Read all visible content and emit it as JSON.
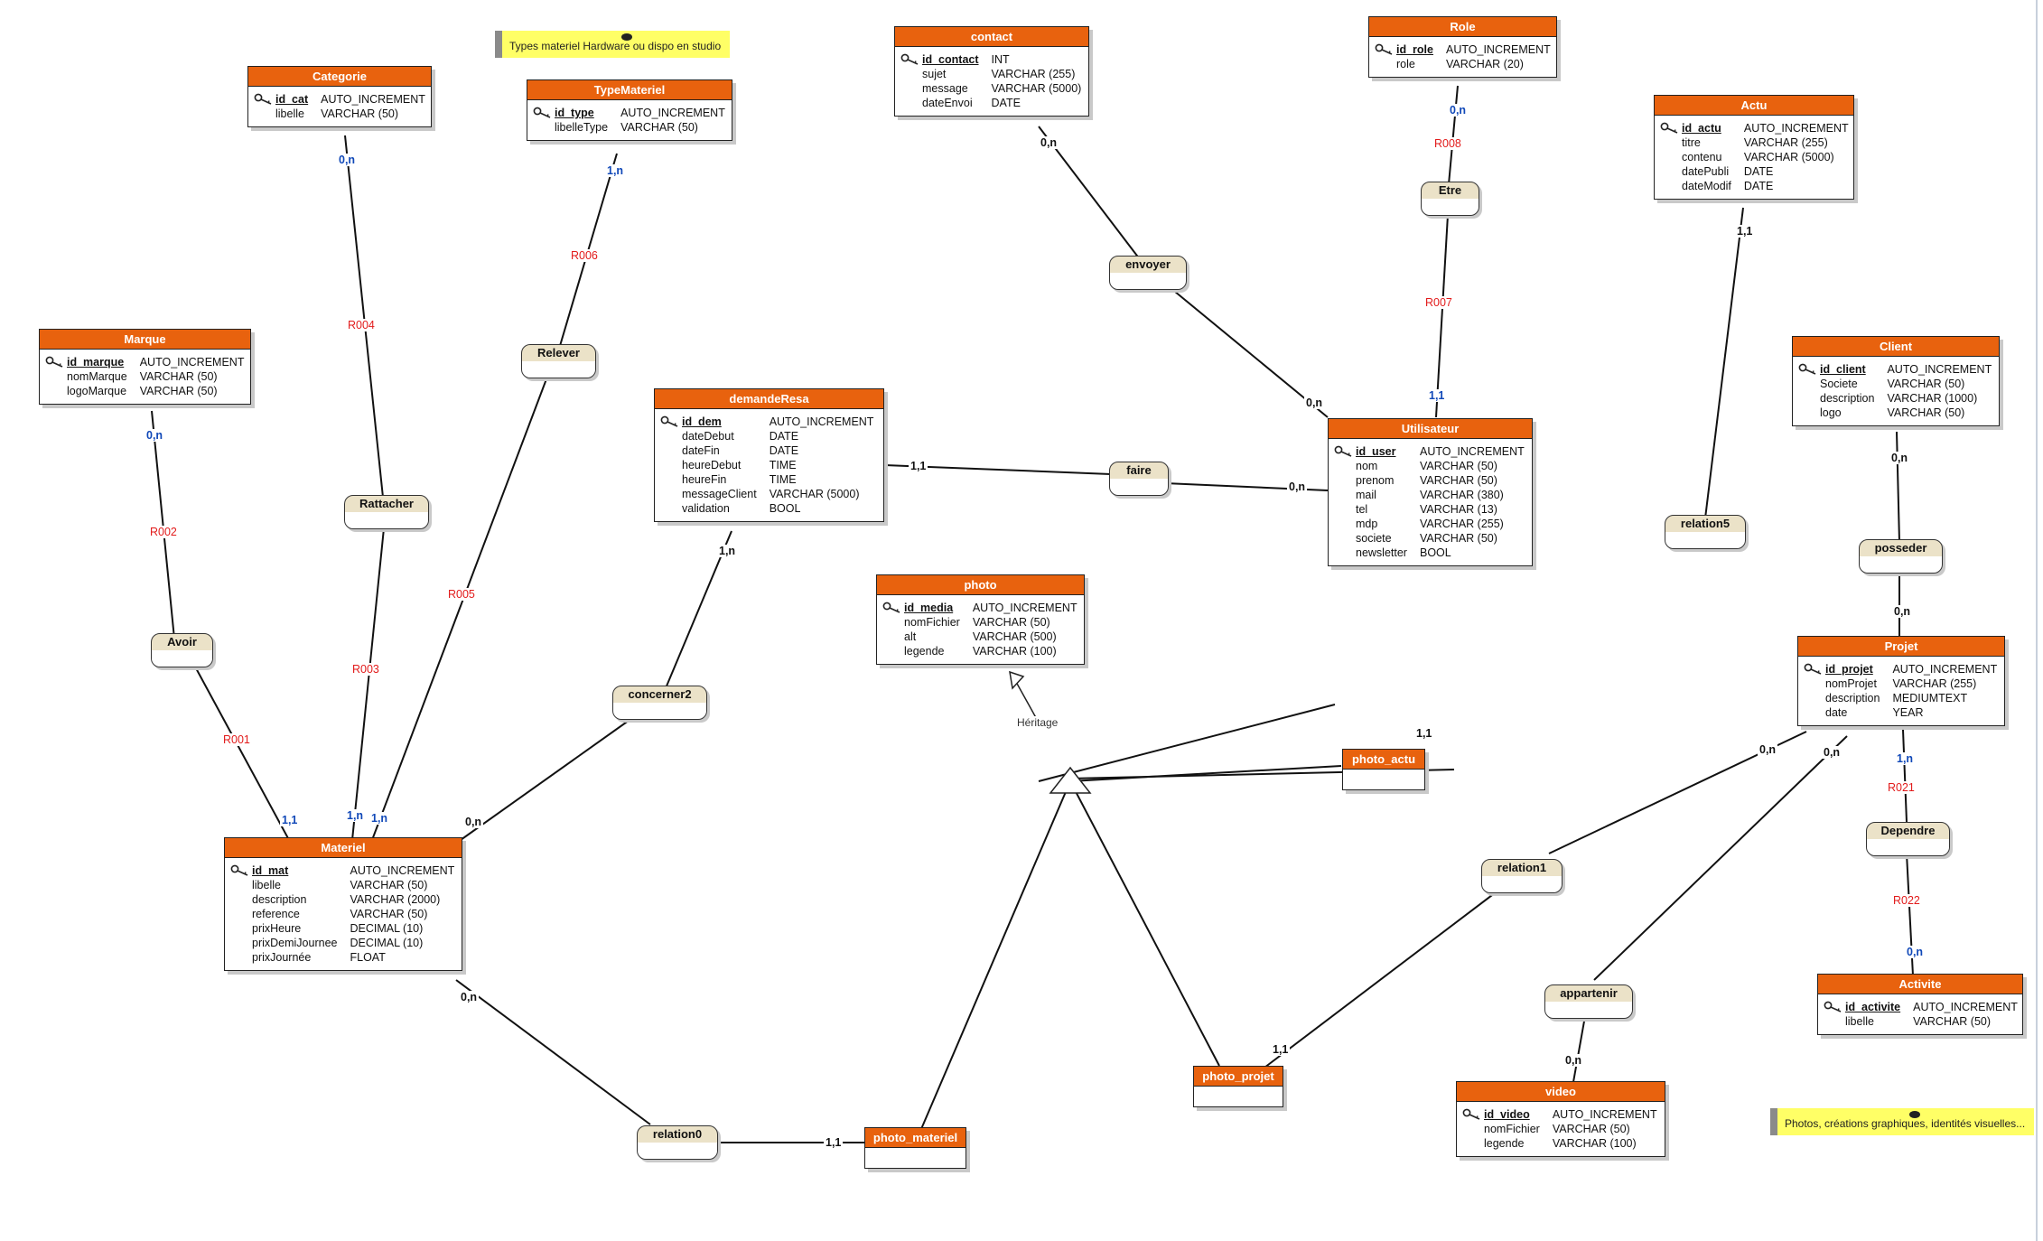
{
  "notes": [
    {
      "id": "note-types",
      "text": "Types materiel Hardware ou dispo en studio"
    },
    {
      "id": "note-photos",
      "text": "Photos, créations graphiques, identités visuelles..."
    }
  ],
  "entities": [
    {
      "id": "categorie",
      "name": "Categorie",
      "attributes": [
        [
          "id_cat",
          "AUTO_INCREMENT"
        ],
        [
          "libelle",
          "VARCHAR (50)"
        ]
      ]
    },
    {
      "id": "typemateriel",
      "name": "TypeMateriel",
      "attributes": [
        [
          "id_type",
          "AUTO_INCREMENT"
        ],
        [
          "libelleType",
          "VARCHAR (50)"
        ]
      ]
    },
    {
      "id": "contact",
      "name": "contact",
      "attributes": [
        [
          "id_contact",
          "INT"
        ],
        [
          "sujet",
          "VARCHAR (255)"
        ],
        [
          "message",
          "VARCHAR (5000)"
        ],
        [
          "dateEnvoi",
          "DATE"
        ]
      ]
    },
    {
      "id": "role",
      "name": "Role",
      "attributes": [
        [
          "id_role",
          "AUTO_INCREMENT"
        ],
        [
          "role",
          "VARCHAR (20)"
        ]
      ]
    },
    {
      "id": "actu",
      "name": "Actu",
      "attributes": [
        [
          "id_actu",
          "AUTO_INCREMENT"
        ],
        [
          "titre",
          "VARCHAR (255)"
        ],
        [
          "contenu",
          "VARCHAR (5000)"
        ],
        [
          "datePubli",
          "DATE"
        ],
        [
          "dateModif",
          "DATE"
        ]
      ]
    },
    {
      "id": "marque",
      "name": "Marque",
      "attributes": [
        [
          "id_marque",
          "AUTO_INCREMENT"
        ],
        [
          "nomMarque",
          "VARCHAR (50)"
        ],
        [
          "logoMarque",
          "VARCHAR (50)"
        ]
      ]
    },
    {
      "id": "demanderesa",
      "name": "demandeResa",
      "attributes": [
        [
          "id_dem",
          "AUTO_INCREMENT"
        ],
        [
          "dateDebut",
          "DATE"
        ],
        [
          "dateFin",
          "DATE"
        ],
        [
          "heureDebut",
          "TIME"
        ],
        [
          "heureFin",
          "TIME"
        ],
        [
          "messageClient",
          "VARCHAR (5000)"
        ],
        [
          "validation",
          "BOOL"
        ]
      ]
    },
    {
      "id": "utilisateur",
      "name": "Utilisateur",
      "attributes": [
        [
          "id_user",
          "AUTO_INCREMENT"
        ],
        [
          "nom",
          "VARCHAR (50)"
        ],
        [
          "prenom",
          "VARCHAR (50)"
        ],
        [
          "mail",
          "VARCHAR (380)"
        ],
        [
          "tel",
          "VARCHAR (13)"
        ],
        [
          "mdp",
          "VARCHAR (255)"
        ],
        [
          "societe",
          "VARCHAR (50)"
        ],
        [
          "newsletter",
          "BOOL"
        ]
      ]
    },
    {
      "id": "client",
      "name": "Client",
      "attributes": [
        [
          "id_client",
          "AUTO_INCREMENT"
        ],
        [
          "Societe",
          "VARCHAR (50)"
        ],
        [
          "description",
          "VARCHAR (1000)"
        ],
        [
          "logo",
          "VARCHAR (50)"
        ]
      ]
    },
    {
      "id": "photo",
      "name": "photo",
      "attributes": [
        [
          "id_media",
          "AUTO_INCREMENT"
        ],
        [
          "nomFichier",
          "VARCHAR (50)"
        ],
        [
          "alt",
          "VARCHAR (500)"
        ],
        [
          "legende",
          "VARCHAR (100)"
        ]
      ]
    },
    {
      "id": "projet",
      "name": "Projet",
      "attributes": [
        [
          "id_projet",
          "AUTO_INCREMENT"
        ],
        [
          "nomProjet",
          "VARCHAR (255)"
        ],
        [
          "description",
          "MEDIUMTEXT"
        ],
        [
          "date",
          "YEAR"
        ]
      ]
    },
    {
      "id": "materiel",
      "name": "Materiel",
      "attributes": [
        [
          "id_mat",
          "AUTO_INCREMENT"
        ],
        [
          "libelle",
          "VARCHAR (50)"
        ],
        [
          "description",
          "VARCHAR (2000)"
        ],
        [
          "reference",
          "VARCHAR (50)"
        ],
        [
          "prixHeure",
          "DECIMAL (10)"
        ],
        [
          "prixDemiJournee",
          "DECIMAL (10)"
        ],
        [
          "prixJournée",
          "FLOAT"
        ]
      ]
    },
    {
      "id": "activite",
      "name": "Activite",
      "attributes": [
        [
          "id_activite",
          "AUTO_INCREMENT"
        ],
        [
          "libelle",
          "VARCHAR (50)"
        ]
      ]
    },
    {
      "id": "video",
      "name": "video",
      "attributes": [
        [
          "id_video",
          "AUTO_INCREMENT"
        ],
        [
          "nomFichier",
          "VARCHAR (50)"
        ],
        [
          "legende",
          "VARCHAR (100)"
        ]
      ]
    },
    {
      "id": "photo_actu",
      "name": "photo_actu",
      "attributes": []
    },
    {
      "id": "photo_projet",
      "name": "photo_projet",
      "attributes": []
    },
    {
      "id": "photo_materiel",
      "name": "photo_materiel",
      "attributes": []
    }
  ],
  "relations": [
    {
      "id": "envoyer",
      "name": "envoyer"
    },
    {
      "id": "etre",
      "name": "Etre"
    },
    {
      "id": "relever",
      "name": "Relever"
    },
    {
      "id": "rattacher",
      "name": "Rattacher"
    },
    {
      "id": "avoir",
      "name": "Avoir"
    },
    {
      "id": "faire",
      "name": "faire"
    },
    {
      "id": "relation5",
      "name": "relation5"
    },
    {
      "id": "posseder",
      "name": "posseder"
    },
    {
      "id": "concerner2",
      "name": "concerner2"
    },
    {
      "id": "dependre",
      "name": "Dependre"
    },
    {
      "id": "relation1",
      "name": "relation1"
    },
    {
      "id": "appartenir",
      "name": "appartenir"
    },
    {
      "id": "relation0",
      "name": "relation0"
    }
  ],
  "labels": [
    {
      "id": "c-cat-rattacher",
      "text": "0,n",
      "kind": "blue"
    },
    {
      "id": "c-type-relever",
      "text": "1,n",
      "kind": "blue"
    },
    {
      "id": "c-contact-envoyer",
      "text": "0,n",
      "kind": "black"
    },
    {
      "id": "c-role-etre",
      "text": "0,n",
      "kind": "blue"
    },
    {
      "id": "c-actu-relation5",
      "text": "1,1",
      "kind": "black"
    },
    {
      "id": "c-marque-avoir",
      "text": "0,n",
      "kind": "blue"
    },
    {
      "id": "c-dem-faire",
      "text": "1,1",
      "kind": "black"
    },
    {
      "id": "c-user-envoyer",
      "text": "0,n",
      "kind": "black"
    },
    {
      "id": "c-user-etre",
      "text": "1,1",
      "kind": "blue"
    },
    {
      "id": "c-user-faire",
      "text": "0,n",
      "kind": "black"
    },
    {
      "id": "c-client-posseder",
      "text": "0,n",
      "kind": "black"
    },
    {
      "id": "c-projet-posseder",
      "text": "0,n",
      "kind": "black"
    },
    {
      "id": "c-dem-concerner2",
      "text": "1,n",
      "kind": "black"
    },
    {
      "id": "c-mat-concerner2",
      "text": "0,n",
      "kind": "black"
    },
    {
      "id": "c-mat-avoir",
      "text": "1,1",
      "kind": "blue"
    },
    {
      "id": "c-mat-rattacher",
      "text": "1,n",
      "kind": "blue"
    },
    {
      "id": "c-mat-relever",
      "text": "1,n",
      "kind": "blue"
    },
    {
      "id": "c-mat-relation0",
      "text": "0,n",
      "kind": "black"
    },
    {
      "id": "c-pm-relation0",
      "text": "1,1",
      "kind": "black"
    },
    {
      "id": "c-pa-relation5",
      "text": "1,1",
      "kind": "black"
    },
    {
      "id": "c-projet-relation1",
      "text": "0,n",
      "kind": "black"
    },
    {
      "id": "c-projet-appartenir",
      "text": "0,n",
      "kind": "black"
    },
    {
      "id": "c-projet-dependre",
      "text": "1,n",
      "kind": "blue"
    },
    {
      "id": "c-activite-dependre",
      "text": "0,n",
      "kind": "blue"
    },
    {
      "id": "c-pp-relation1",
      "text": "1,1",
      "kind": "black"
    },
    {
      "id": "c-video-appartenir",
      "text": "0,n",
      "kind": "black"
    },
    {
      "id": "r-R008",
      "text": "R008",
      "kind": "red"
    },
    {
      "id": "r-R007",
      "text": "R007",
      "kind": "red"
    },
    {
      "id": "r-R006",
      "text": "R006",
      "kind": "red"
    },
    {
      "id": "r-R004",
      "text": "R004",
      "kind": "red"
    },
    {
      "id": "r-R002",
      "text": "R002",
      "kind": "red"
    },
    {
      "id": "r-R005",
      "text": "R005",
      "kind": "red"
    },
    {
      "id": "r-R003",
      "text": "R003",
      "kind": "red"
    },
    {
      "id": "r-R001",
      "text": "R001",
      "kind": "red"
    },
    {
      "id": "r-R021",
      "text": "R021",
      "kind": "red"
    },
    {
      "id": "r-R022",
      "text": "R022",
      "kind": "red"
    },
    {
      "id": "heritage",
      "text": "Héritage",
      "kind": "gray"
    }
  ],
  "colors": {
    "entity_header": "#e8620e",
    "relation_fill": "#ebe2c8",
    "note": "#ffff66",
    "cardinality_blue": "#1048b8",
    "rule_red": "#e21b1b"
  }
}
